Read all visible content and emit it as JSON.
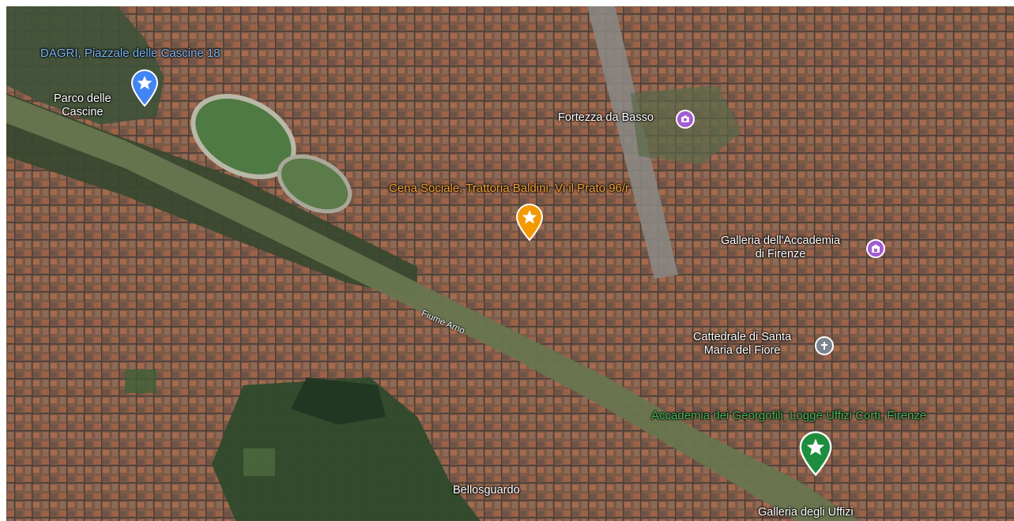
{
  "map": {
    "pins": [
      {
        "label": "DAGRI, Piazzale delle Cascine 18",
        "color": "#4285f4",
        "icon": "star-icon"
      },
      {
        "label": "Cena Sociale, Trattoria Baldini, Vi il Prato 96/r",
        "color": "#f29900",
        "icon": "star-icon"
      },
      {
        "label": "Accademia dei Georgofili, Logge Uffizi Corti, Firenze",
        "color": "#1e8e3e",
        "icon": "star-icon"
      }
    ],
    "places": {
      "parco": "Parco delle\nCascine",
      "fortezza": "Fortezza da Basso",
      "accademia": "Galleria dell'Accademia\ndi Firenze",
      "cattedrale": "Cattedrale di Santa\nMaria del Fiore",
      "bellosguardo": "Bellosguardo",
      "uffizi": "Galleria degli Uffizi"
    },
    "river": "Fiume Arno",
    "poi_icons": {
      "fortezza": "museum-icon",
      "accademia": "museum-icon",
      "cattedrale": "church-icon"
    }
  }
}
